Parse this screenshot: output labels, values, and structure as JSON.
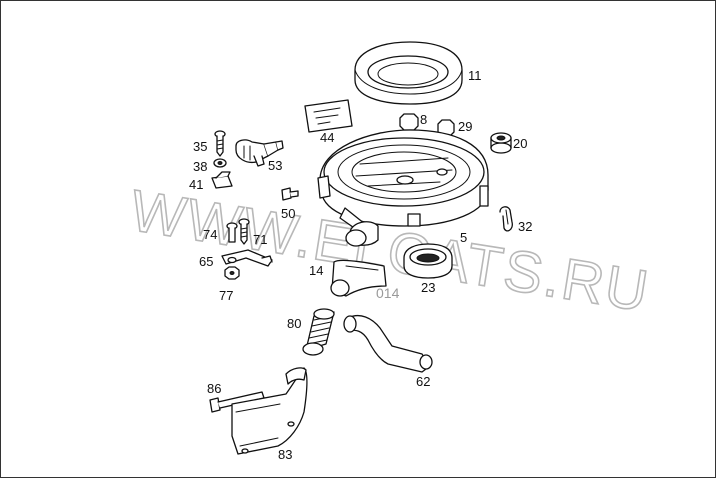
{
  "diagram": {
    "callouts": {
      "c11": "11",
      "c44": "44",
      "c8": "8",
      "c29": "29",
      "c20": "20",
      "c35": "35",
      "c38": "38",
      "c41": "41",
      "c53": "53",
      "c50": "50",
      "c5": "5",
      "c32": "32",
      "c74": "74",
      "c71": "71",
      "c65": "65",
      "c77": "77",
      "c14": "14",
      "c23": "23",
      "c80": "80",
      "c62": "62",
      "c86": "86",
      "c83": "83"
    },
    "watermark": {
      "text": "WWW.ELCATS.RU",
      "code": "014"
    }
  }
}
